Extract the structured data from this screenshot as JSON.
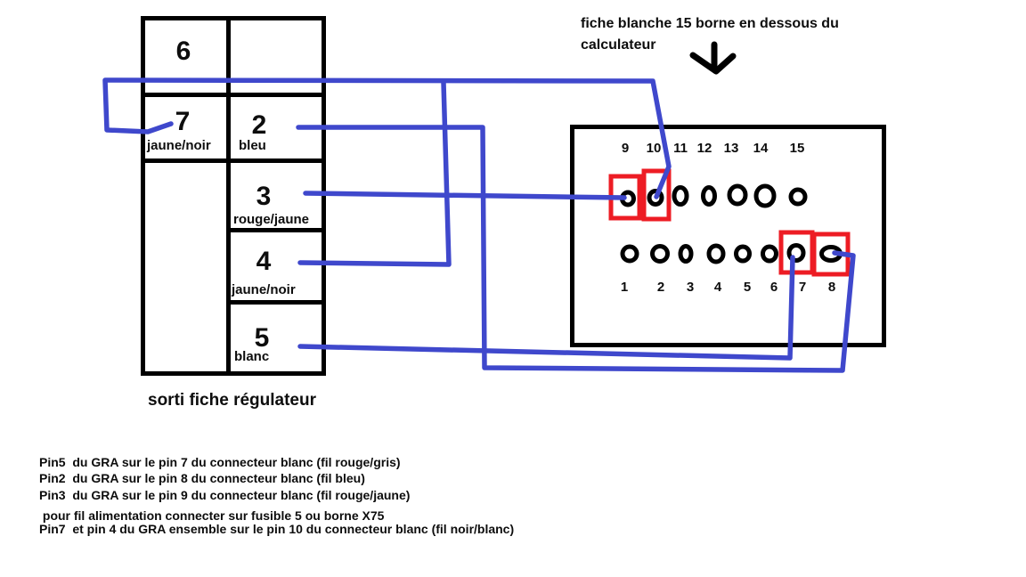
{
  "colors": {
    "wire_blue": "#3f48cc",
    "highlight_red": "#ed1c24",
    "ink_black": "#000000",
    "background": "#ffffff"
  },
  "top_note": {
    "line1": "fiche blanche 15 borne en dessous du",
    "line2": "calculateur"
  },
  "regulator": {
    "caption": "sorti fiche régulateur",
    "cells": [
      {
        "pin": "6",
        "wire": ""
      },
      {
        "pin": "7",
        "wire": "jaune/noir"
      },
      {
        "pin": "2",
        "wire": "bleu"
      },
      {
        "pin": "3",
        "wire": "rouge/jaune"
      },
      {
        "pin": "4",
        "wire": "jaune/noir"
      },
      {
        "pin": "5",
        "wire": "blanc"
      }
    ]
  },
  "white_connector": {
    "top_pins": [
      "9",
      "10",
      "11",
      "12",
      "13",
      "14",
      "15"
    ],
    "bottom_pins": [
      "1",
      "2",
      "3",
      "4",
      "5",
      "6",
      "7",
      "8"
    ],
    "highlighted_pins": [
      "9",
      "10",
      "7",
      "8"
    ]
  },
  "notes": [
    "Pin5  du GRA sur le pin 7 du connecteur blanc (fil rouge/gris)",
    "Pin2  du GRA sur le pin 8 du connecteur blanc (fil bleu)",
    "Pin3  du GRA sur le pin 9 du connecteur blanc (fil rouge/jaune)",
    " pour fil alimentation connecter sur fusible 5 ou borne X75",
    "Pin7  et pin 4 du GRA ensemble sur le pin 10 du connecteur blanc (fil noir/blanc)"
  ]
}
